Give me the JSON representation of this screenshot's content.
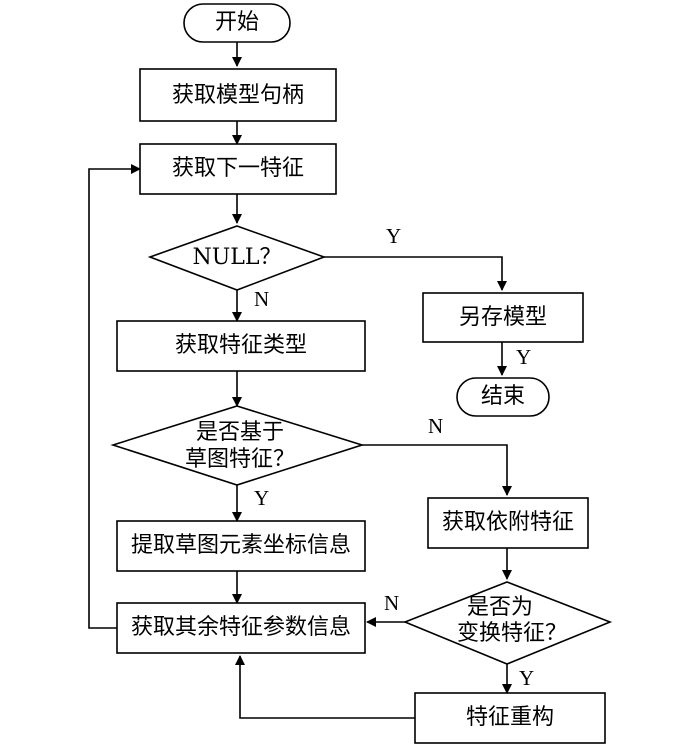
{
  "nodes": {
    "start": "开始",
    "get_handle": "获取模型句柄",
    "get_next": "获取下一特征",
    "null_check": "NULL？",
    "save_model": "另存模型",
    "end": "结束",
    "get_type": "获取特征类型",
    "sketch_check_1": "是否基于",
    "sketch_check_2": "草图特征？",
    "extract_sketch": "提取草图元素坐标信息",
    "get_dependent": "获取依附特征",
    "get_params": "获取其余特征参数信息",
    "transform_check_1": "是否为",
    "transform_check_2": "变换特征？",
    "rebuild": "特征重构"
  },
  "edge_labels": {
    "null_yes": "Y",
    "null_no": "N",
    "save_yes": "Y",
    "sketch_no": "N",
    "sketch_yes": "Y",
    "transform_no": "N",
    "transform_yes": "Y"
  }
}
